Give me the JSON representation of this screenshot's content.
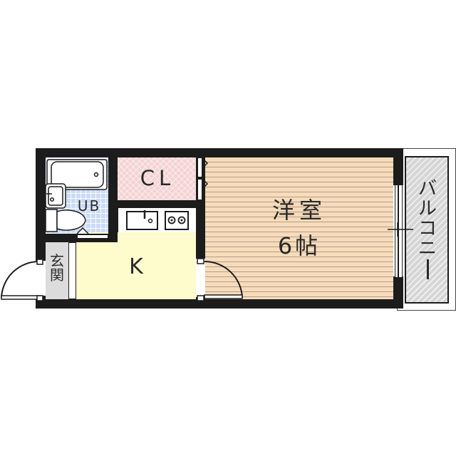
{
  "floor_plan": {
    "rooms": {
      "closet": {
        "label": "CL",
        "color": "#f4d3d3"
      },
      "unit_bath": {
        "label": "UB",
        "color": "#c9dbf6"
      },
      "kitchen": {
        "label": "K",
        "color": "#fefbcd"
      },
      "entrance": {
        "label": "玄関",
        "chars": [
          "玄",
          "関"
        ],
        "color": "#dcdcdc"
      },
      "western_room": {
        "label_line1": "洋室",
        "label_line2": "6帖",
        "color": "#f6dcbb"
      },
      "balcony": {
        "label": "バルコニー",
        "chars": [
          "バ",
          "ル",
          "コ",
          "ニ",
          "ー"
        ],
        "color": "#d6d6d6"
      }
    },
    "wall_color": "#1c1c1c",
    "fixtures": [
      "bathtub-icon",
      "washbasin-icon",
      "toilet-icon",
      "kitchen-sink-icon",
      "gas-stove-icon"
    ]
  }
}
